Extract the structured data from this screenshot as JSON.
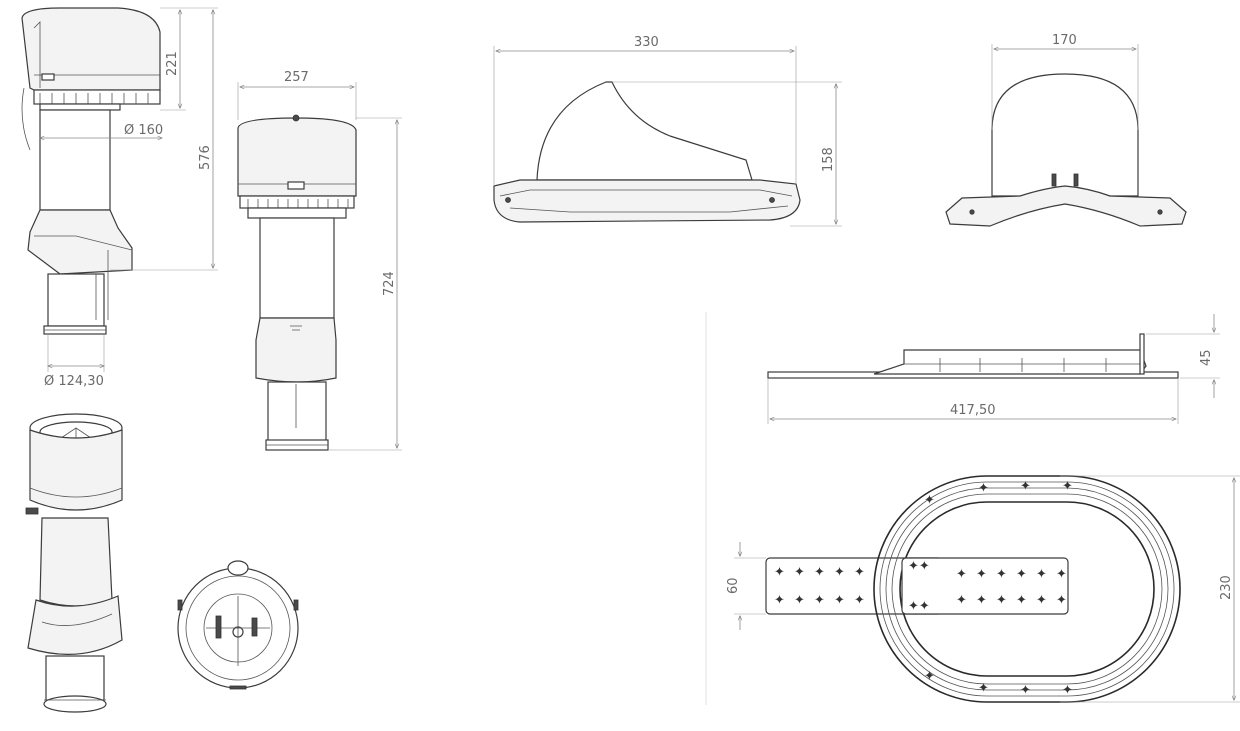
{
  "dimensions": {
    "side_cap_height": "221",
    "side_total_height": "576",
    "side_pipe_diameter": "Ø 160",
    "side_bottom_diameter": "Ø 124,30",
    "front_width": "257",
    "front_total_height": "724",
    "flashing_length": "330",
    "flashing_height": "158",
    "flashing_width": "170",
    "plate_height": "45",
    "plate_length": "417,50",
    "plate_tab_width": "60",
    "plate_oval_height": "230"
  }
}
